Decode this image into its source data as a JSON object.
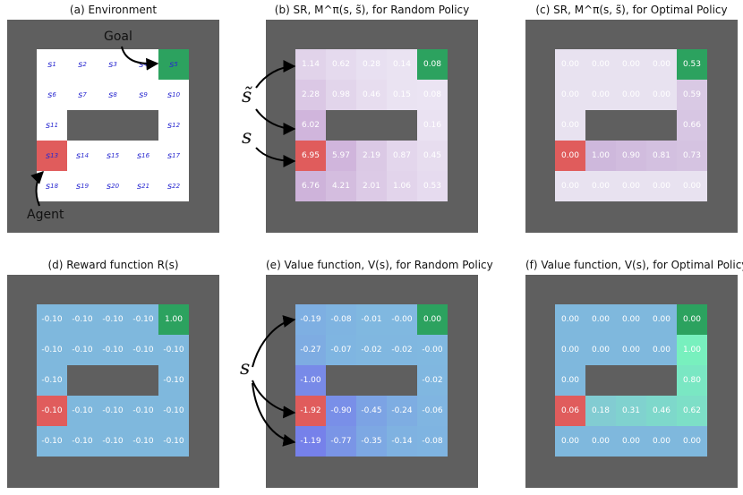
{
  "colors": {
    "frame": "#5f5f5f",
    "goal": "#2ca25f",
    "agent": "#e05c5c",
    "env_bg": "#ffffff",
    "reward_cell": "#7fb8dd",
    "label_text": "#2a2ad0"
  },
  "panels": [
    {
      "id": "a",
      "title": "(a) Environment",
      "type": "environment",
      "labels": [
        [
          "s1",
          "s2",
          "s3",
          "s4",
          "s5"
        ],
        [
          "s6",
          "s7",
          "s8",
          "s9",
          "s10"
        ],
        [
          "s11",
          null,
          null,
          null,
          "s12"
        ],
        [
          "s13",
          "s14",
          "s15",
          "s16",
          "s17"
        ],
        [
          "s18",
          "s19",
          "s20",
          "s21",
          "s22"
        ]
      ],
      "annotations": {
        "goal": "Goal",
        "agent": "Agent"
      }
    },
    {
      "id": "b",
      "title": "(b) SR, M^π(s, s̃), for Random Policy",
      "type": "sr_random",
      "values": [
        [
          "1.14",
          "0.62",
          "0.28",
          "0.14",
          "0.08"
        ],
        [
          "2.28",
          "0.98",
          "0.46",
          "0.15",
          "0.08"
        ],
        [
          "6.02",
          null,
          null,
          null,
          "0.16"
        ],
        [
          "6.95",
          "5.97",
          "2.19",
          "0.87",
          "0.45"
        ],
        [
          "6.76",
          "4.21",
          "2.01",
          "1.06",
          "0.53"
        ]
      ],
      "annotations": {
        "s_tilde": "s̃",
        "s": "s"
      }
    },
    {
      "id": "c",
      "title": "(c) SR, M^π(s, s̃), for Optimal Policy",
      "type": "sr_optimal",
      "values": [
        [
          "0.00",
          "0.00",
          "0.00",
          "0.00",
          "0.53"
        ],
        [
          "0.00",
          "0.00",
          "0.00",
          "0.00",
          "0.59"
        ],
        [
          "0.00",
          null,
          null,
          null,
          "0.66"
        ],
        [
          "0.00",
          "1.00",
          "0.90",
          "0.81",
          "0.73"
        ],
        [
          "0.00",
          "0.00",
          "0.00",
          "0.00",
          "0.00"
        ]
      ]
    },
    {
      "id": "d",
      "title": "(d) Reward function R(s)",
      "type": "reward",
      "values": [
        [
          "-0.10",
          "-0.10",
          "-0.10",
          "-0.10",
          "1.00"
        ],
        [
          "-0.10",
          "-0.10",
          "-0.10",
          "-0.10",
          "-0.10"
        ],
        [
          "-0.10",
          null,
          null,
          null,
          "-0.10"
        ],
        [
          "-0.10",
          "-0.10",
          "-0.10",
          "-0.10",
          "-0.10"
        ],
        [
          "-0.10",
          "-0.10",
          "-0.10",
          "-0.10",
          "-0.10"
        ]
      ]
    },
    {
      "id": "e",
      "title": "(e) Value function, V(s), for Random Policy",
      "type": "value_random",
      "values": [
        [
          "-0.19",
          "-0.08",
          "-0.01",
          "-0.00",
          "0.00"
        ],
        [
          "-0.27",
          "-0.07",
          "-0.02",
          "-0.02",
          "-0.00"
        ],
        [
          "-1.00",
          null,
          null,
          null,
          "-0.02"
        ],
        [
          "-1.92",
          "-0.90",
          "-0.45",
          "-0.24",
          "-0.06"
        ],
        [
          "-1.19",
          "-0.77",
          "-0.35",
          "-0.14",
          "-0.08"
        ]
      ],
      "annotations": {
        "s": "s"
      }
    },
    {
      "id": "f",
      "title": "(f) Value function, V(s), for Optimal Policy",
      "type": "value_optimal",
      "values": [
        [
          "0.00",
          "0.00",
          "0.00",
          "0.00",
          "0.00"
        ],
        [
          "0.00",
          "0.00",
          "0.00",
          "0.00",
          "1.00"
        ],
        [
          "0.00",
          null,
          null,
          null,
          "0.80"
        ],
        [
          "0.06",
          "0.18",
          "0.31",
          "0.46",
          "0.62"
        ],
        [
          "0.00",
          "0.00",
          "0.00",
          "0.00",
          "0.00"
        ]
      ]
    }
  ]
}
